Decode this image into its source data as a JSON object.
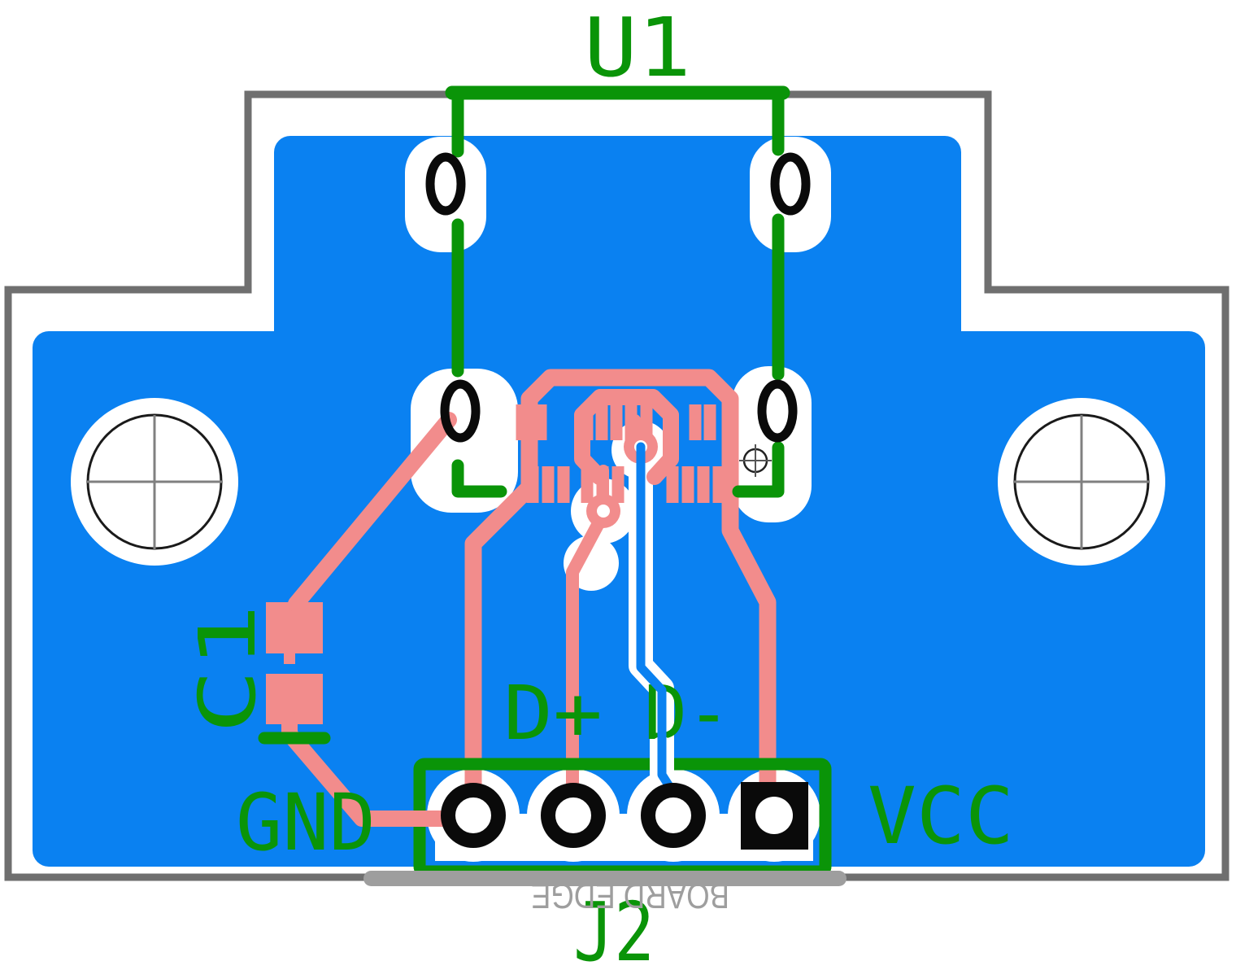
{
  "view": {
    "type": "pcb-layout-editor-view",
    "board_shape": "T-shaped breakout board with top connector tab"
  },
  "labels": {
    "usb_connector_ref": "U1",
    "capacitor_ref": "C1",
    "net_gnd": "GND",
    "net_dplus": "D+",
    "net_dminus": "D-",
    "net_vcc": "VCC",
    "header_ref": "J2",
    "board_edge_note": "BOARD EDGE"
  },
  "components": {
    "u1": {
      "ref": "U1",
      "type": "usb-connector-footprint",
      "oval_mount_pads": 4,
      "vias": 2
    },
    "c1": {
      "ref": "C1",
      "type": "smd-capacitor",
      "pads": 2
    },
    "j2": {
      "ref": "J2",
      "type": "4-pin-header",
      "pads": [
        "GND",
        "D+",
        "D-",
        "VCC"
      ],
      "pin_vcc_shape": "square",
      "other_pin_shape": "round"
    },
    "mounting_holes": 2
  },
  "colors": {
    "blue_pour": "#0a81f1",
    "pink_copper": "#f28c8c",
    "green_silk": "#0a9408",
    "gray_outline": "#6f6f6f",
    "gray_edge": "#9e9e9e",
    "black_drill": "#0a0a0a",
    "white_clear": "#ffffff"
  }
}
